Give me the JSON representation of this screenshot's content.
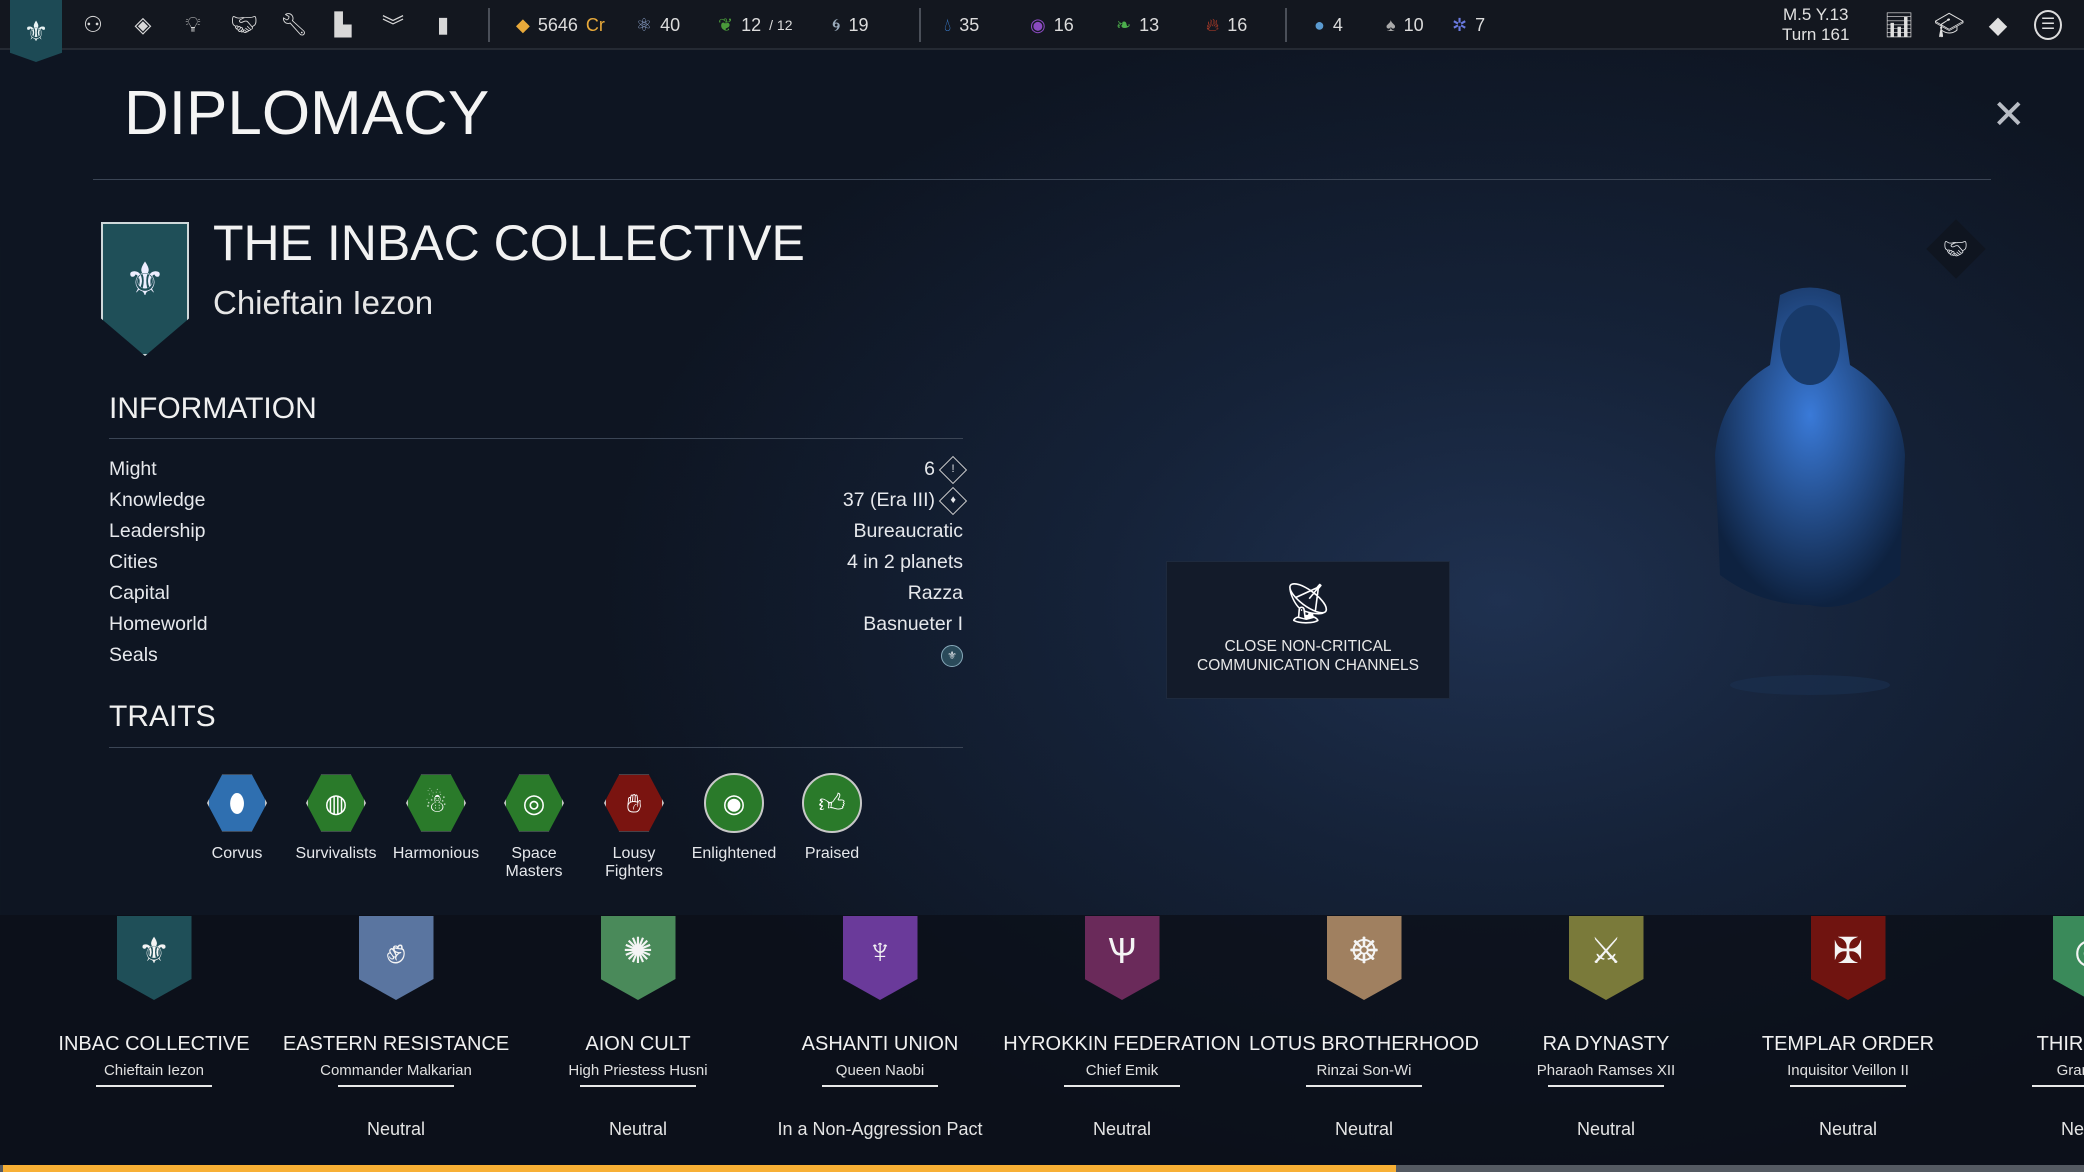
{
  "topbar": {
    "nav_icons": [
      "empire-icon",
      "population-icon",
      "diplomacy-diamond-icon",
      "research-icon",
      "handshake-icon",
      "industry-icon",
      "cities-icon",
      "military-icon",
      "quests-icon"
    ],
    "resources": [
      {
        "icon": "influence-diamond-icon",
        "value": "5646",
        "unit": "Cr",
        "color": "#e8a93a"
      },
      {
        "icon": "science-atom-icon",
        "value": "40",
        "color": "#8aa0c8"
      },
      {
        "icon": "laurel-icon",
        "value": "12",
        "max": "/ 12",
        "color": "#4a9a3a"
      },
      {
        "icon": "galaxy-icon",
        "value": "19",
        "color": "#9ab"
      },
      {
        "icon": "water-drop-icon",
        "value": "35",
        "color": "#3b7fd0"
      },
      {
        "icon": "eye-icon",
        "value": "16",
        "color": "#8a4ac0"
      },
      {
        "icon": "leaf-icon",
        "value": "13",
        "color": "#4cae4c"
      },
      {
        "icon": "flame-icon",
        "value": "16",
        "color": "#c0402a"
      },
      {
        "icon": "orb-icon",
        "value": "4",
        "color": "#5a9ad0"
      },
      {
        "icon": "seed-icon",
        "value": "10",
        "color": "#aaa"
      },
      {
        "icon": "crystal-icon",
        "value": "7",
        "color": "#6a7ae0"
      }
    ],
    "date": "M.5 Y.13",
    "turn": "Turn 161"
  },
  "page": {
    "title": "DIPLOMACY"
  },
  "faction": {
    "name": "THE INBAC COLLECTIVE",
    "leader": "Chieftain Iezon",
    "color": "#1f4f58"
  },
  "information": {
    "heading": "INFORMATION",
    "rows": [
      {
        "label": "Might",
        "value": "6",
        "icon": "might-icon"
      },
      {
        "label": "Knowledge",
        "value": "37 (Era III)",
        "icon": "knowledge-icon"
      },
      {
        "label": "Leadership",
        "value": "Bureaucratic"
      },
      {
        "label": "Cities",
        "value": "4 in 2 planets"
      },
      {
        "label": "Capital",
        "value": "Razza"
      },
      {
        "label": "Homeworld",
        "value": "Basnueter I"
      },
      {
        "label": "Seals",
        "value": "",
        "icon": "seal-icon"
      }
    ]
  },
  "traits": {
    "heading": "TRAITS",
    "items": [
      {
        "label": "Corvus",
        "color": "#2f6fb0",
        "shape": "hex",
        "icon": "alien-mask-icon"
      },
      {
        "label": "Survivalists",
        "color": "#2a7a2a",
        "shape": "hex",
        "icon": "planet-icon"
      },
      {
        "label": "Harmonious",
        "color": "#2a7a2a",
        "shape": "hex",
        "icon": "people-icon"
      },
      {
        "label": "Space Masters",
        "color": "#2a7a2a",
        "shape": "hex",
        "icon": "orbit-icon"
      },
      {
        "label": "Lousy Fighters",
        "color": "#7a1410",
        "shape": "hex",
        "icon": "hand-stop-icon"
      },
      {
        "label": "Enlightened",
        "color": "#2a7a2a",
        "shape": "circle",
        "icon": "eye-icon"
      },
      {
        "label": "Praised",
        "color": "#2a7a2a",
        "shape": "circle",
        "icon": "thumbs-up-icon"
      }
    ]
  },
  "action": {
    "label": "CLOSE NON-CRITICAL COMMUNICATION CHANNELS",
    "icon": "satellite-dish-icon"
  },
  "factions": [
    {
      "name": "INBAC COLLECTIVE",
      "leader": "Chieftain Iezon",
      "status": "",
      "color": "#1f4f58"
    },
    {
      "name": "EASTERN RESISTANCE",
      "leader": "Commander Malkarian",
      "status": "Neutral",
      "color": "#5a75a0"
    },
    {
      "name": "AION CULT",
      "leader": "High Priestess Husni",
      "status": "Neutral",
      "color": "#4a8a5a"
    },
    {
      "name": "ASHANTI UNION",
      "leader": "Queen Naobi",
      "status": "In a Non-Aggression Pact",
      "color": "#6a3a9a"
    },
    {
      "name": "HYROKKIN FEDERATION",
      "leader": "Chief Emik",
      "status": "Neutral",
      "color": "#6a2a5a"
    },
    {
      "name": "LOTUS BROTHERHOOD",
      "leader": "Rinzai Son-Wi",
      "status": "Neutral",
      "color": "#a08060"
    },
    {
      "name": "RA DYNASTY",
      "leader": "Pharaoh Ramses XII",
      "status": "Neutral",
      "color": "#7a7a3a"
    },
    {
      "name": "TEMPLAR ORDER",
      "leader": "Inquisitor Veillon II",
      "status": "Neutral",
      "color": "#701410"
    },
    {
      "name": "THIRD EYE",
      "leader": "Grand Ma",
      "status": "Neutral",
      "color": "#3a8a5a"
    }
  ],
  "scroll": {
    "position_fraction": 0.67,
    "color": "#f8b035"
  }
}
